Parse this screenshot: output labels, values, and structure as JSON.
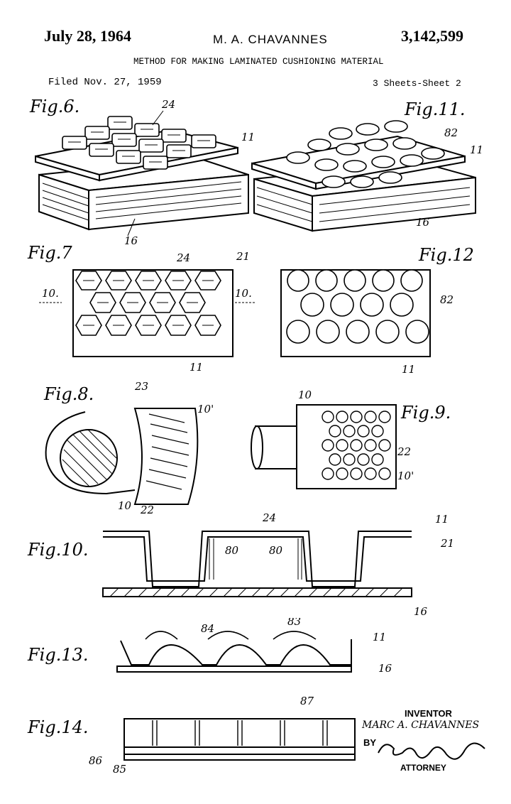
{
  "header": {
    "date": "July 28, 1964",
    "inventor_name": "M. A. CHAVANNES",
    "patent_number": "3,142,599",
    "title": "METHOD FOR MAKING LAMINATED CUSHIONING MATERIAL",
    "filed": "Filed Nov. 27, 1959",
    "sheets": "3 Sheets-Sheet 2"
  },
  "figures": {
    "fig6": {
      "label": "Fig.6.",
      "refs": [
        "24",
        "11",
        "16"
      ]
    },
    "fig11": {
      "label": "Fig.11.",
      "refs": [
        "82",
        "11",
        "16"
      ]
    },
    "fig7": {
      "label": "Fig.7",
      "refs": [
        "24",
        "21",
        "11",
        "10.",
        "10."
      ]
    },
    "fig12": {
      "label": "Fig.12",
      "refs": [
        "82",
        "11"
      ]
    },
    "fig8": {
      "label": "Fig.8.",
      "refs": [
        "23",
        "10'",
        "10",
        "22"
      ]
    },
    "fig9": {
      "label": "Fig.9.",
      "refs": [
        "10",
        "22",
        "10'"
      ]
    },
    "fig10": {
      "label": "Fig.10.",
      "refs": [
        "24",
        "11",
        "21",
        "80",
        "80",
        "16"
      ]
    },
    "fig13": {
      "label": "Fig.13.",
      "refs": [
        "84",
        "83",
        "11",
        "16"
      ]
    },
    "fig14": {
      "label": "Fig.14.",
      "refs": [
        "87",
        "86",
        "85"
      ]
    }
  },
  "inventor_block": {
    "heading": "INVENTOR",
    "name": "MARC A. CHAVANNES",
    "by": "BY",
    "attorney": "ATTORNEY"
  }
}
